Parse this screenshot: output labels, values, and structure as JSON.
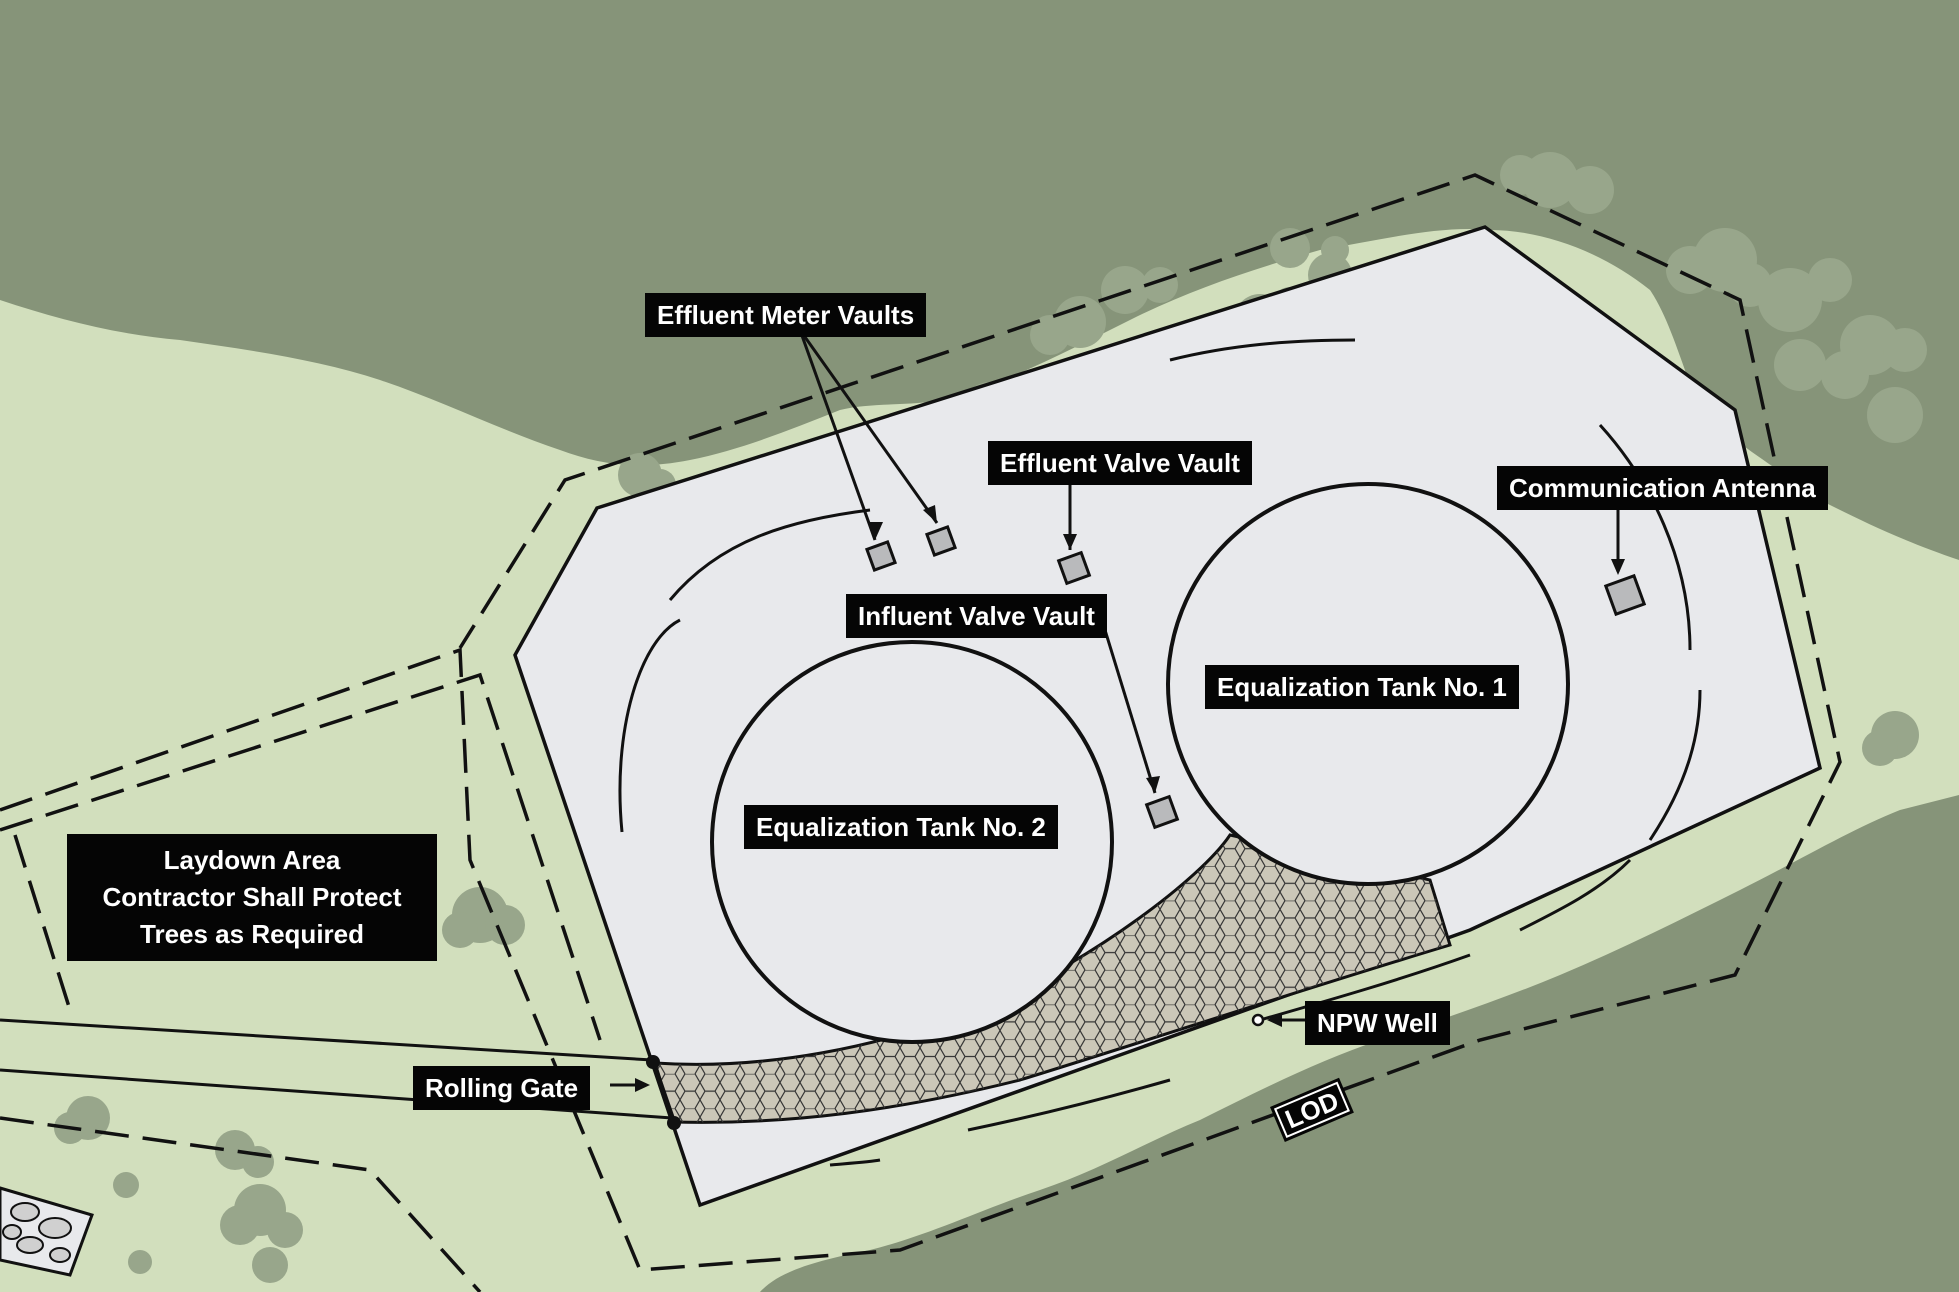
{
  "colors": {
    "lawn": "#d2dfbd",
    "forest": "#869479",
    "tree_cluster": "#98a68b",
    "site": "#e8e9ec",
    "outline": "#111111",
    "label_bg": "#050505",
    "label_text": "#ffffff",
    "vault": "#b9babc",
    "hatch": "#cbc7b8"
  },
  "labels": {
    "effluent_meter_vaults": "Effluent Meter Vaults",
    "effluent_valve_vault": "Effluent Valve Vault",
    "communication_antenna": "Communication Antenna",
    "influent_valve_vault": "Influent Valve Vault",
    "tank_1": "Equalization Tank No. 1",
    "tank_2": "Equalization Tank No. 2",
    "laydown_line_1": "Laydown Area",
    "laydown_line_2": "Contractor Shall Protect",
    "laydown_line_3": "Trees as Required",
    "npw_well": "NPW Well",
    "rolling_gate": "Rolling Gate",
    "lod": "LOD"
  }
}
